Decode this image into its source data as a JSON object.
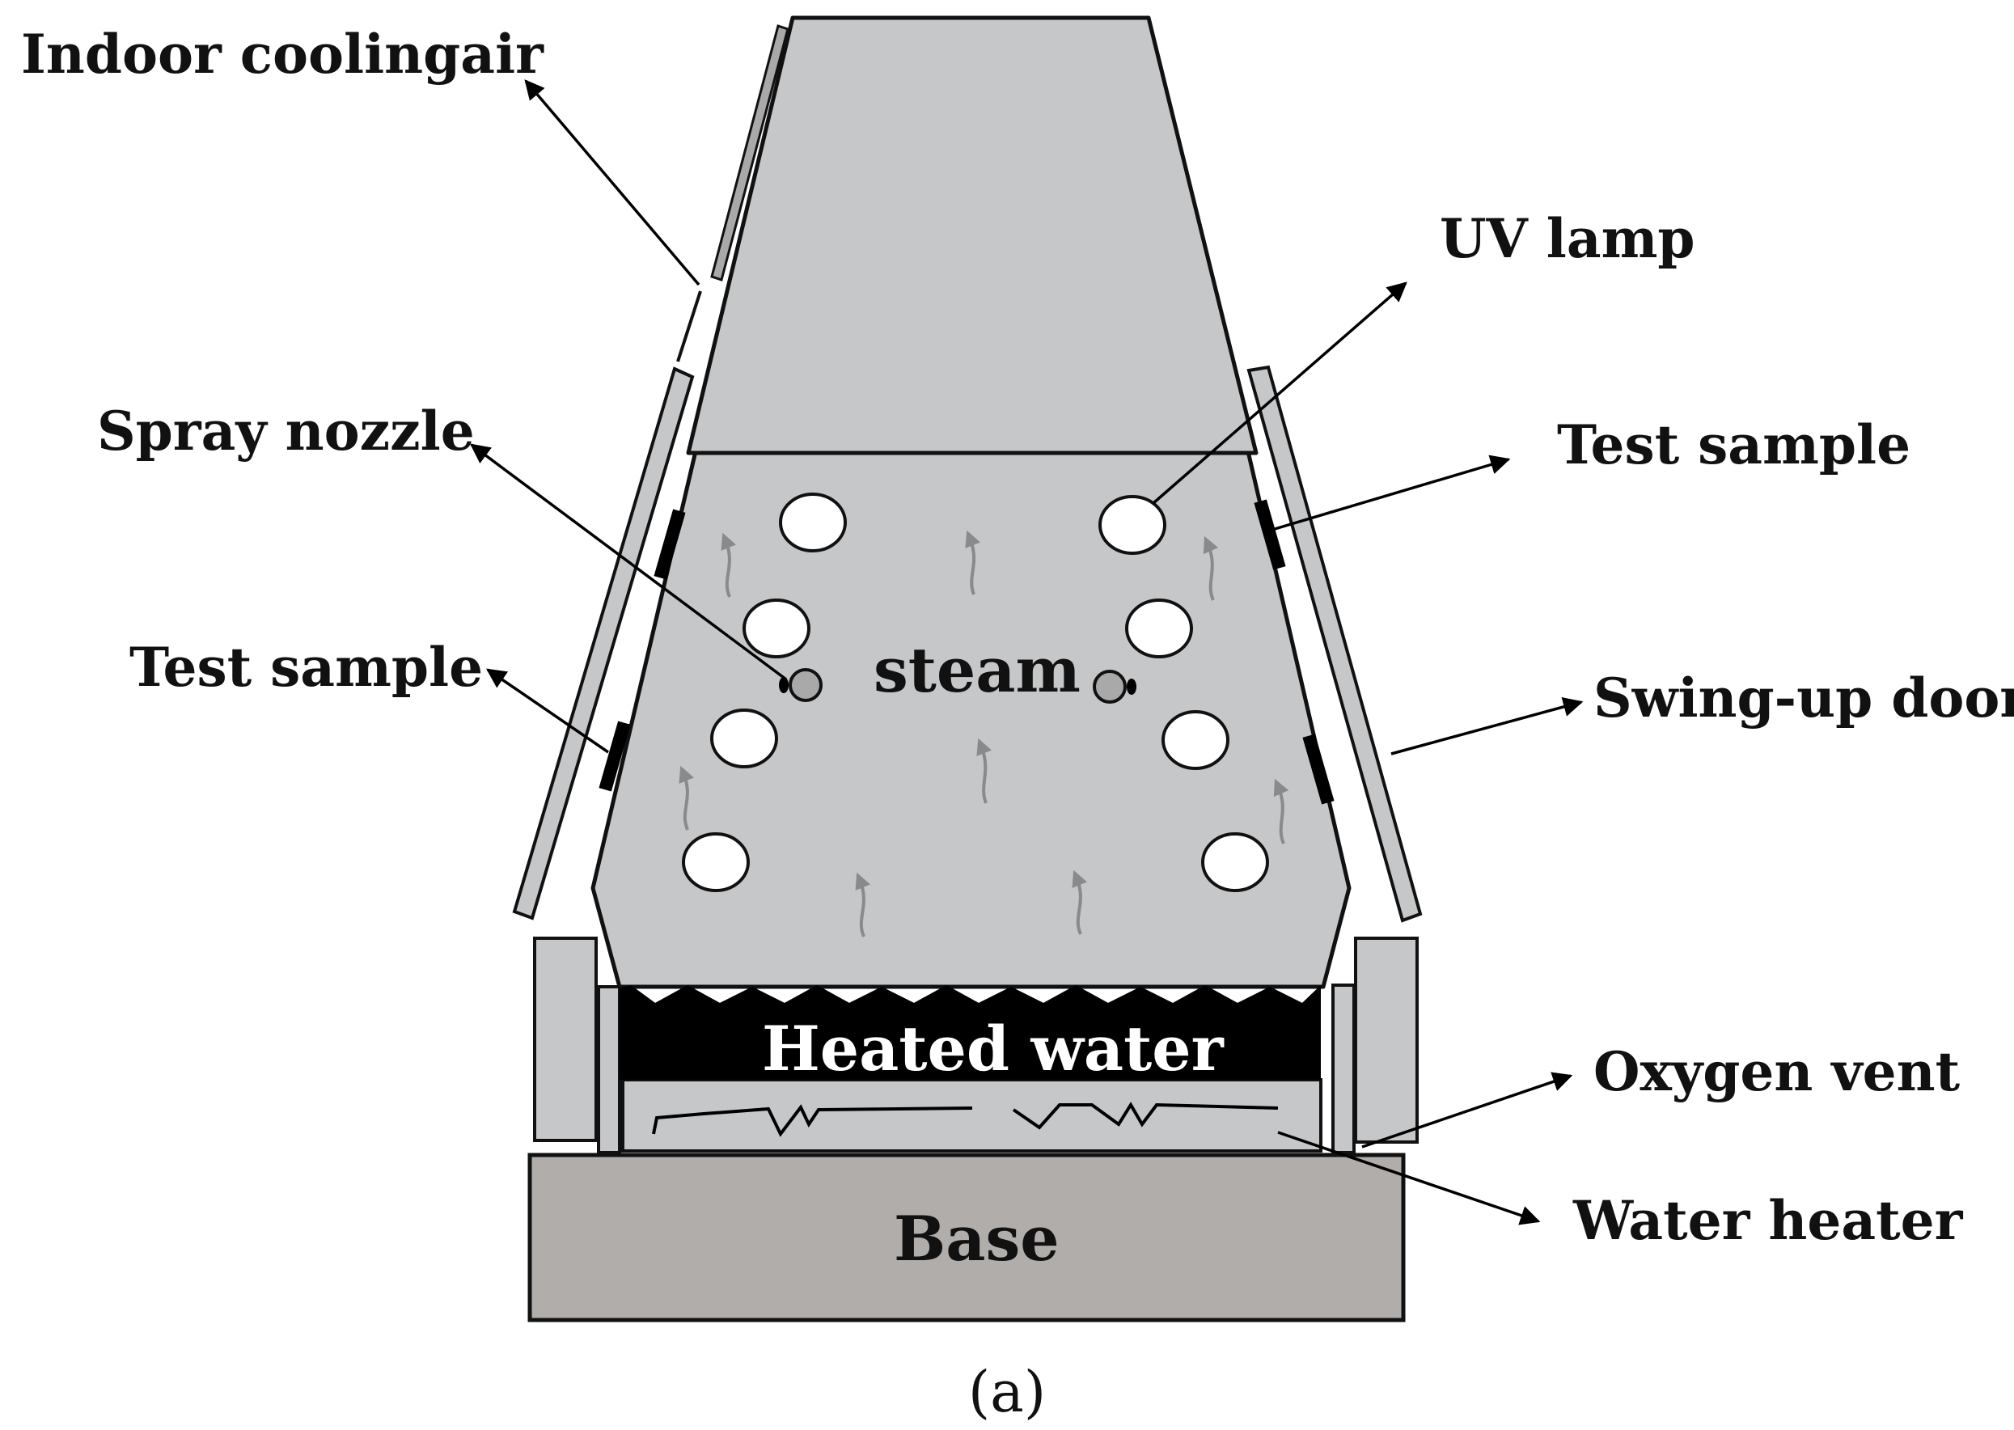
{
  "labels": {
    "indoor_cooling_air": "Indoor coolingair",
    "uv_lamp": "UV lamp",
    "spray_nozzle": "Spray nozzle",
    "test_sample_right": "Test sample",
    "test_sample_left": "Test sample",
    "swing_up_door": "Swing-up door",
    "steam": "steam",
    "heated_water": "Heated water",
    "oxygen_vent": "Oxygen vent",
    "water_heater": "Water heater",
    "base": "Base",
    "caption": "(a)"
  },
  "colors": {
    "chamber_fill": "#c6c7c9",
    "base_fill": "#b0adab",
    "water_fill": "#000000",
    "lamp_fill": "#ffffff",
    "steam_arrow": "#8a8a8a",
    "outline": "#111111"
  }
}
